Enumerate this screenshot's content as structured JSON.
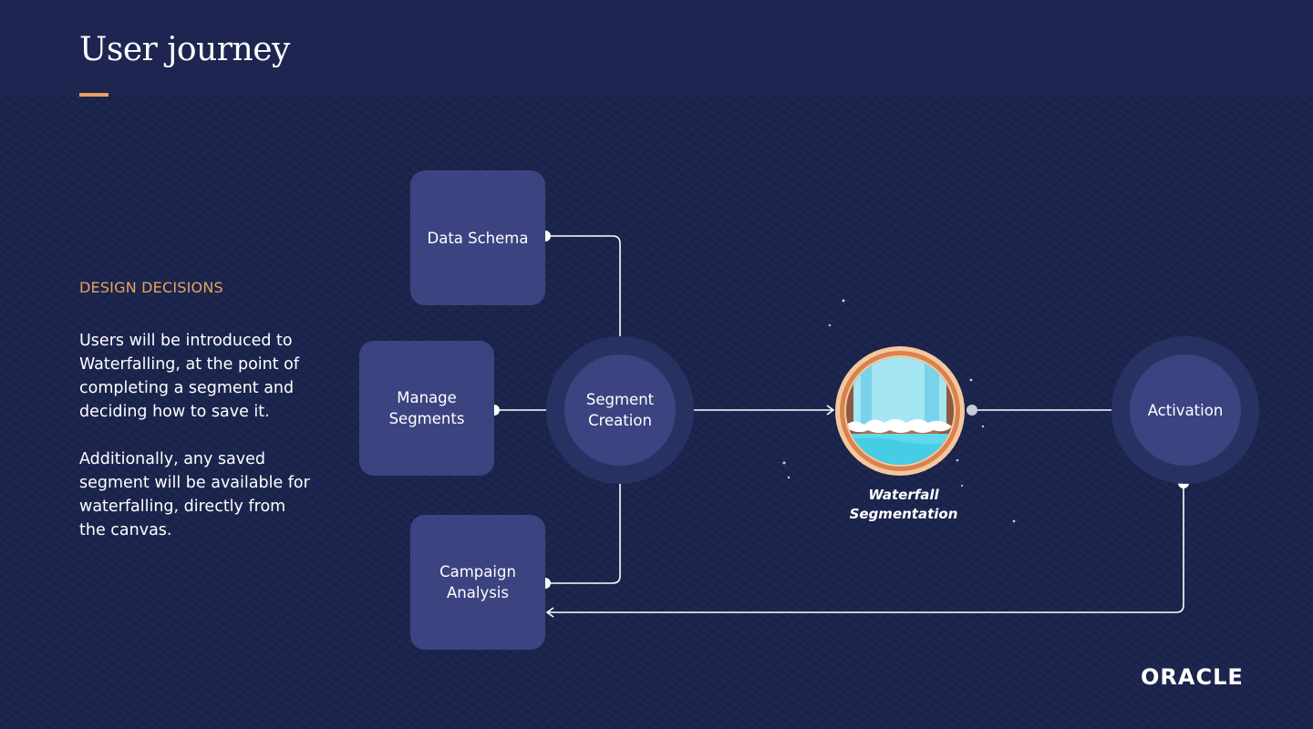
{
  "page": {
    "title": "User journey",
    "section_label": "DESIGN DECISIONS",
    "paragraphs": [
      "Users will be introduced to Waterfalling, at the point of completing a segment and deciding how to save it.",
      "Additionally, any saved segment will be available for waterfalling, directly from the canvas."
    ]
  },
  "diagram": {
    "nodes": {
      "data_schema": "Data Schema",
      "manage_segments": "Manage\nSegments",
      "campaign_analysis": "Campaign\nAnalysis",
      "segment_creation": "Segment\nCreation",
      "waterfall": "Waterfall\nSegmentation",
      "activation": "Activation"
    },
    "icons": {
      "waterfall": "waterfall-illustration-icon"
    }
  },
  "brand": {
    "logo_text": "ORACLE"
  },
  "colors": {
    "background": "#1b244c",
    "node": "#3b4480",
    "halo": "#283262",
    "accent": "#e5a561",
    "text": "#ffffff"
  }
}
